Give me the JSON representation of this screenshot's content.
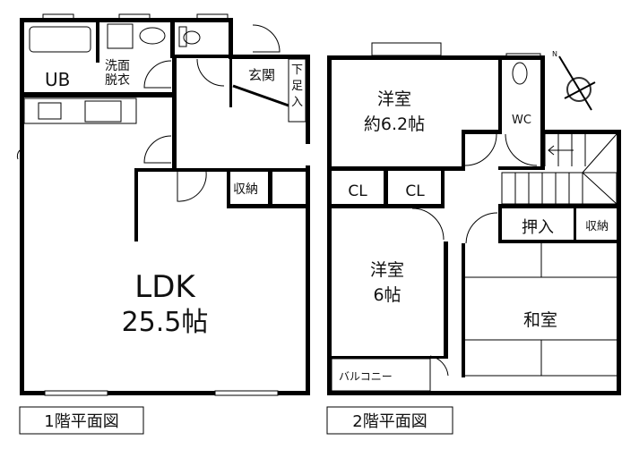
{
  "floor1": {
    "caption": "1階平面図",
    "rooms": {
      "ub": "UB",
      "washroom_line1": "洗面",
      "washroom_line2": "脱衣",
      "entrance": "玄関",
      "shoe_storage": [
        "下",
        "足",
        "入"
      ],
      "storage": "収納",
      "ldk": "LDK",
      "ldk_size": "25.5帖"
    }
  },
  "floor2": {
    "caption": "2階平面図",
    "rooms": {
      "western1_line1": "洋室",
      "western1_line2": "約6.2帖",
      "wc": "WC",
      "closet1": "CL",
      "closet2": "CL",
      "western2_line1": "洋室",
      "western2_line2": "6帖",
      "oshiire": "押入",
      "storage": "収納",
      "washitsu": "和室",
      "balcony": "バルコニー"
    }
  },
  "compass": {
    "north_label": "N",
    "icon": "north-arrow-icon"
  }
}
